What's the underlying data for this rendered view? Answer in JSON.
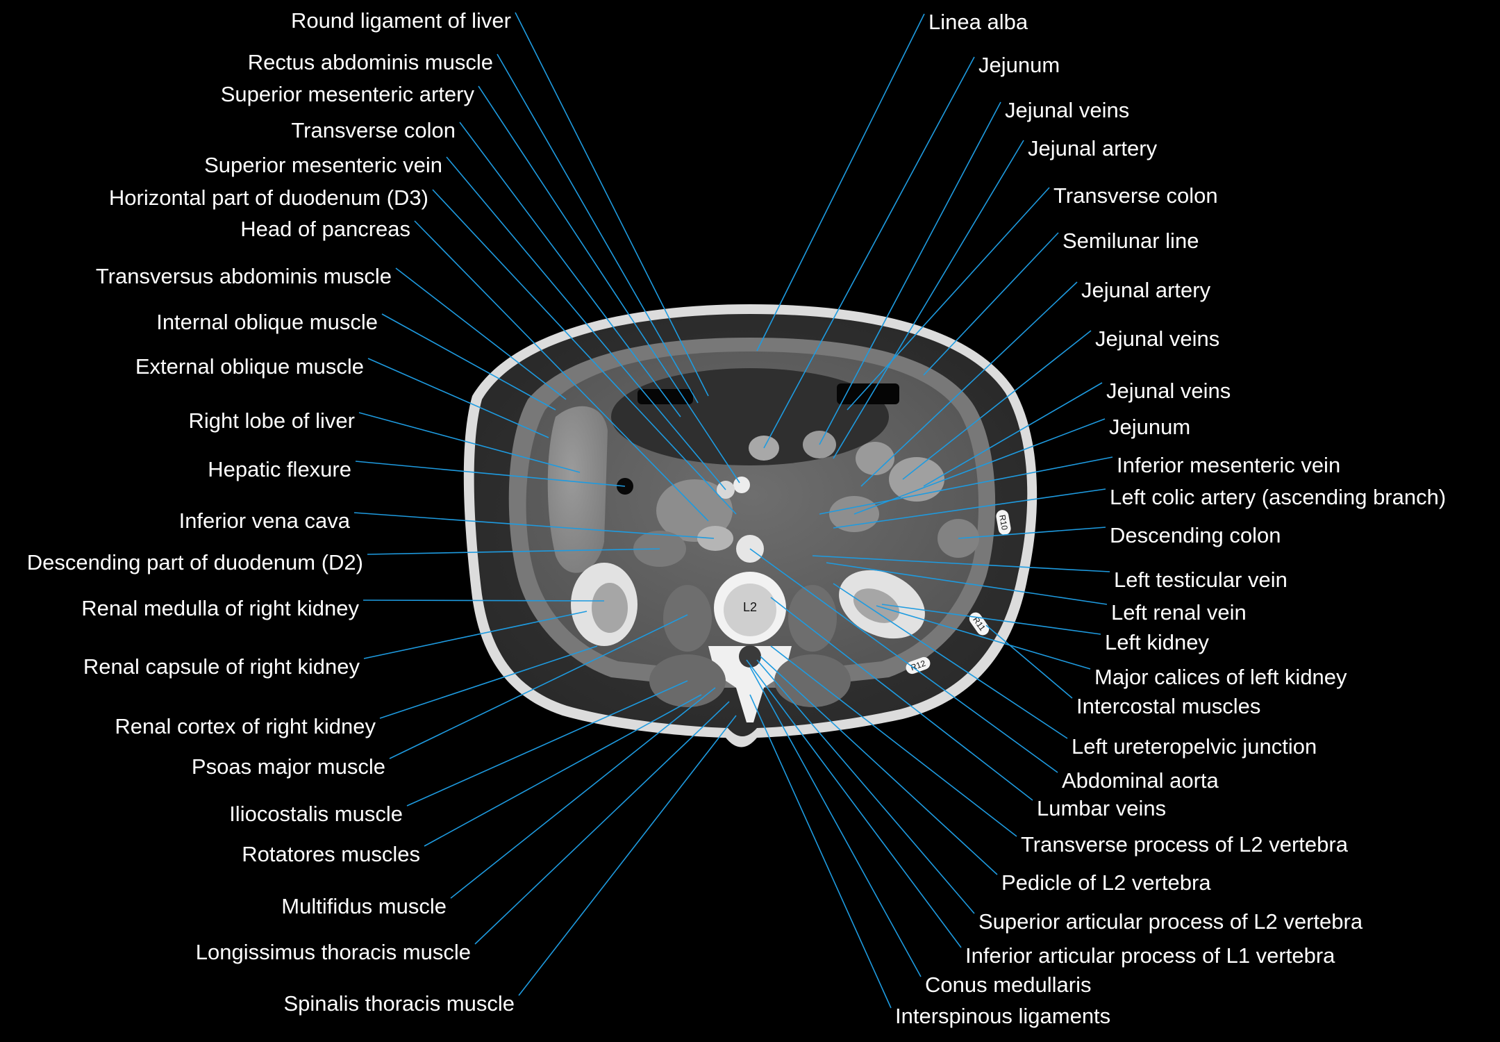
{
  "vertebra_label": "L2",
  "rib_labels": [
    "R10",
    "R11",
    "R12"
  ],
  "left_labels": [
    "Round ligament of liver",
    "Rectus abdominis muscle",
    "Superior mesenteric artery",
    "Transverse colon",
    "Superior mesenteric vein",
    "Horizontal part of duodenum (D3)",
    "Head of pancreas",
    "Transversus abdominis muscle",
    "Internal oblique muscle",
    "External oblique muscle",
    "Right lobe of liver",
    "Hepatic flexure",
    "Inferior vena cava",
    "Descending part of duodenum (D2)",
    "Renal medulla of right kidney",
    "Renal capsule of right kidney",
    "Renal cortex of right kidney",
    "Psoas major muscle",
    "Iliocostalis muscle",
    "Rotatores muscles",
    "Multifidus muscle",
    "Longissimus thoracis muscle",
    "Spinalis thoracis muscle"
  ],
  "right_labels": [
    "Linea alba",
    "Jejunum",
    "Jejunal veins",
    "Jejunal artery",
    "Transverse colon",
    "Semilunar line",
    "Jejunal artery",
    "Jejunal veins",
    "Jejunal veins",
    "Jejunum",
    "Inferior mesenteric vein",
    "Left colic  artery (ascending  branch)",
    "Descending colon",
    "Left testicular vein",
    "Left renal vein",
    "Left kidney",
    "Major calices of left kidney",
    "Intercostal muscles",
    "Left ureteropelvic junction",
    "Abdominal aorta",
    "Lumbar veins",
    "Transverse process of L2 vertebra",
    "Pedicle of L2 vertebra",
    "Superior articular process of L2 vertebra",
    "Inferior articular process of L1 vertebra",
    "Conus medullaris",
    "Interspinous ligaments"
  ],
  "colors": {
    "background": "#000000",
    "label_text": "#ffffff",
    "leader_line": "#1e9be0"
  }
}
